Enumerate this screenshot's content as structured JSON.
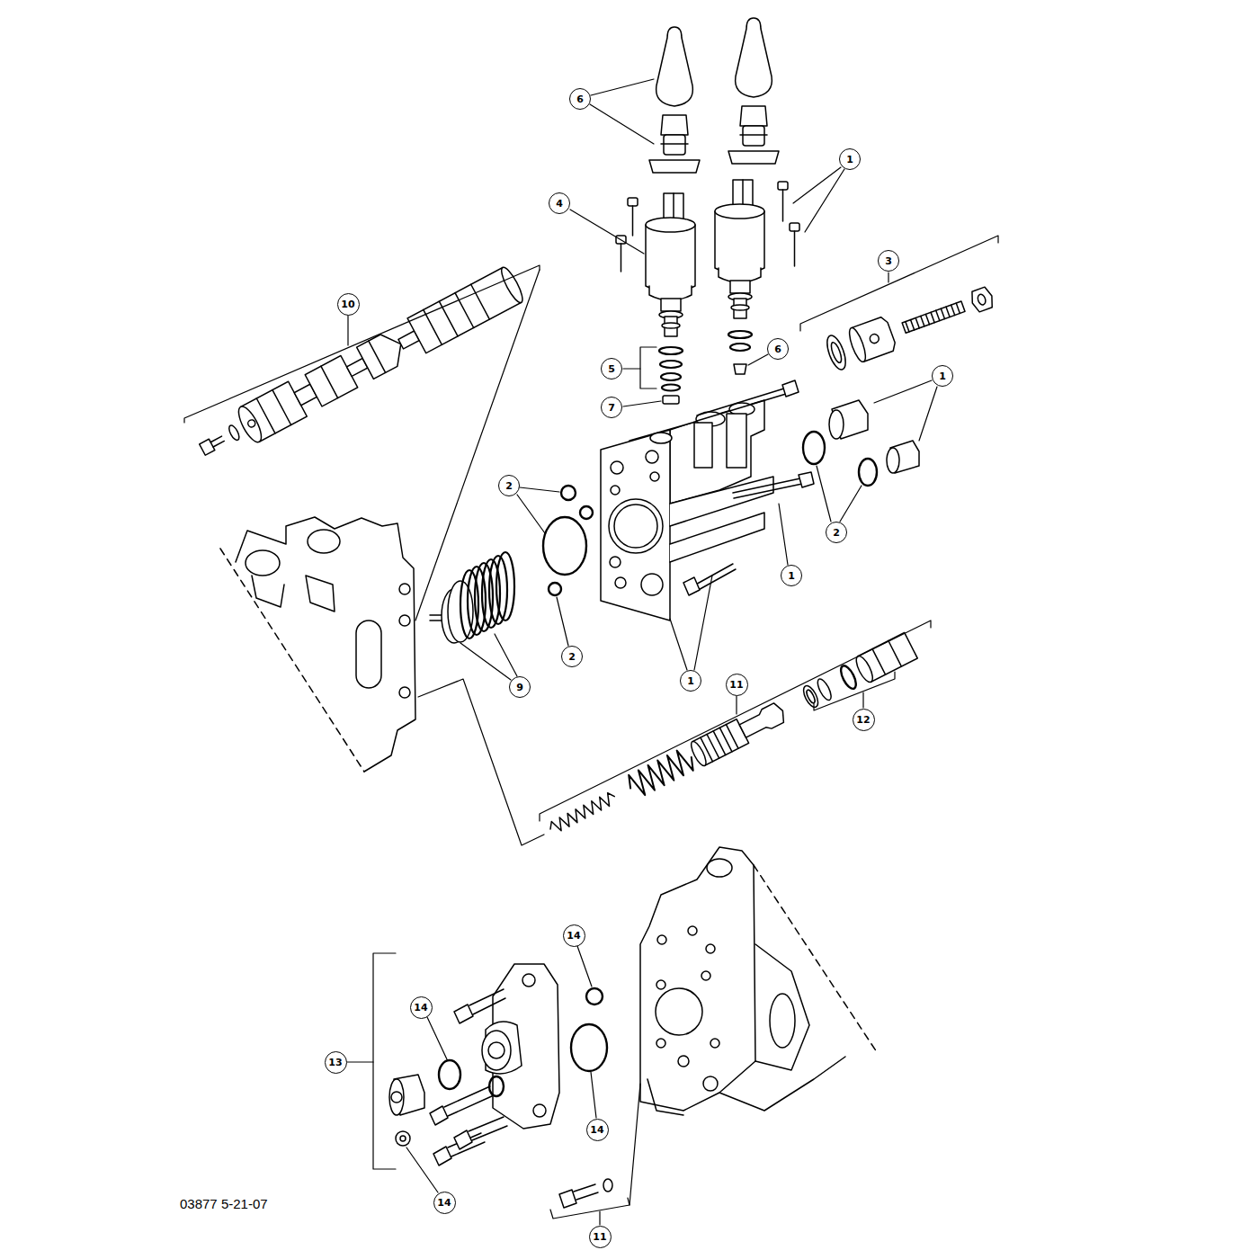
{
  "diagram": {
    "nodes": [
      {
        "text": [
          "6"
        ]
      },
      {
        "text": [
          "1"
        ]
      },
      {
        "text": [
          "4"
        ]
      },
      {
        "text": [
          "3"
        ]
      },
      {
        "text": [
          "10"
        ]
      },
      {
        "text": [
          "6"
        ]
      },
      {
        "text": [
          "5"
        ]
      },
      {
        "text": [
          "1"
        ]
      },
      {
        "text": [
          "7"
        ]
      },
      {
        "text": [
          "2"
        ]
      },
      {
        "text": [
          "2"
        ]
      },
      {
        "text": [
          "1"
        ]
      },
      {
        "text": [
          "2"
        ]
      },
      {
        "text": [
          "1"
        ]
      },
      {
        "text": [
          "9"
        ]
      },
      {
        "text": [
          "11"
        ]
      },
      {
        "text": [
          "12"
        ]
      },
      {
        "text": [
          "14"
        ]
      },
      {
        "text": [
          "14"
        ]
      },
      {
        "text": [
          "13"
        ]
      },
      {
        "text": [
          "14"
        ]
      },
      {
        "text": [
          "14"
        ]
      },
      {
        "text": [
          "11"
        ]
      }
    ],
    "labels": [
      "03877 5-21-07"
    ]
  }
}
